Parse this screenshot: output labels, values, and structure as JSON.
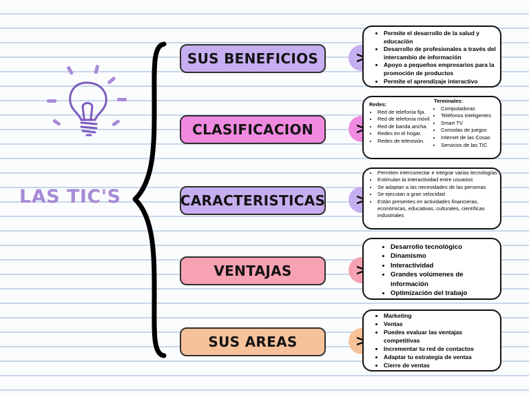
{
  "title": "LAS TIC'S",
  "colors": {
    "title": "#a78bd6",
    "purple": "#c7aef0",
    "pink": "#f08ae0",
    "red": "#f6a2b2",
    "orange": "#f7c29a"
  },
  "branches": [
    {
      "label": "SUS BENEFICIOS",
      "color": "#c7aef0",
      "arrow_color": "#c7aef0",
      "items": [
        "Permite el desarrollo de la salud y educación",
        "Desarrollo de profesionales a través del intercambio de información",
        "Apoyo a pequeños empresarios para la promoción de productos",
        "Permite el aprendizaje interactivo"
      ]
    },
    {
      "label": "CLASIFICACION",
      "color": "#f08ae0",
      "arrow_color": "#f08ae0",
      "redes_title": "Redes:",
      "redes": [
        "Red de telefonía fija.",
        "Red de telefonía móvil.",
        "Red de banda ancha.",
        "Redes en el hogar.",
        "Redes de televisión."
      ],
      "terminales_title": "Terminales:",
      "terminales": [
        "Computadoras",
        "Teléfonos inteligentes",
        "Smart TV",
        "Consolas de juegos",
        "Internet de las Cosas",
        "Servicios de las TIC"
      ]
    },
    {
      "label": "CARACTERISTICAS",
      "color": "#c7aef0",
      "arrow_color": "#c7aef0",
      "items": [
        "Permiten interconectar e integrar varias tecnologías",
        "Estimulan la interactividad entre usuarios",
        "Se adaptan a las necesidades de las personas",
        "Se ejecutan a gran velocidad",
        "Están presentes en actividades financieras, económicas, educativas, culturales, científicas industriales"
      ]
    },
    {
      "label": "VENTAJAS",
      "color": "#f6a2b2",
      "arrow_color": "#f6a2b2",
      "items": [
        "Desarrollo tecnológico",
        "Dinamismo",
        "Interactividad",
        "Grandes volúmenes de información",
        "Optimización del trabajo"
      ]
    },
    {
      "label": "SUS AREAS",
      "color": "#f7c29a",
      "arrow_color": "#f7c29a",
      "items": [
        "Marketing",
        "Ventas",
        "Puedes evaluar las ventajas competitivas",
        "Incrementar tu red de contactos",
        "Adaptar tu estrategia de ventas",
        "Cierre de ventas"
      ]
    }
  ],
  "arrow_symbol": ">"
}
